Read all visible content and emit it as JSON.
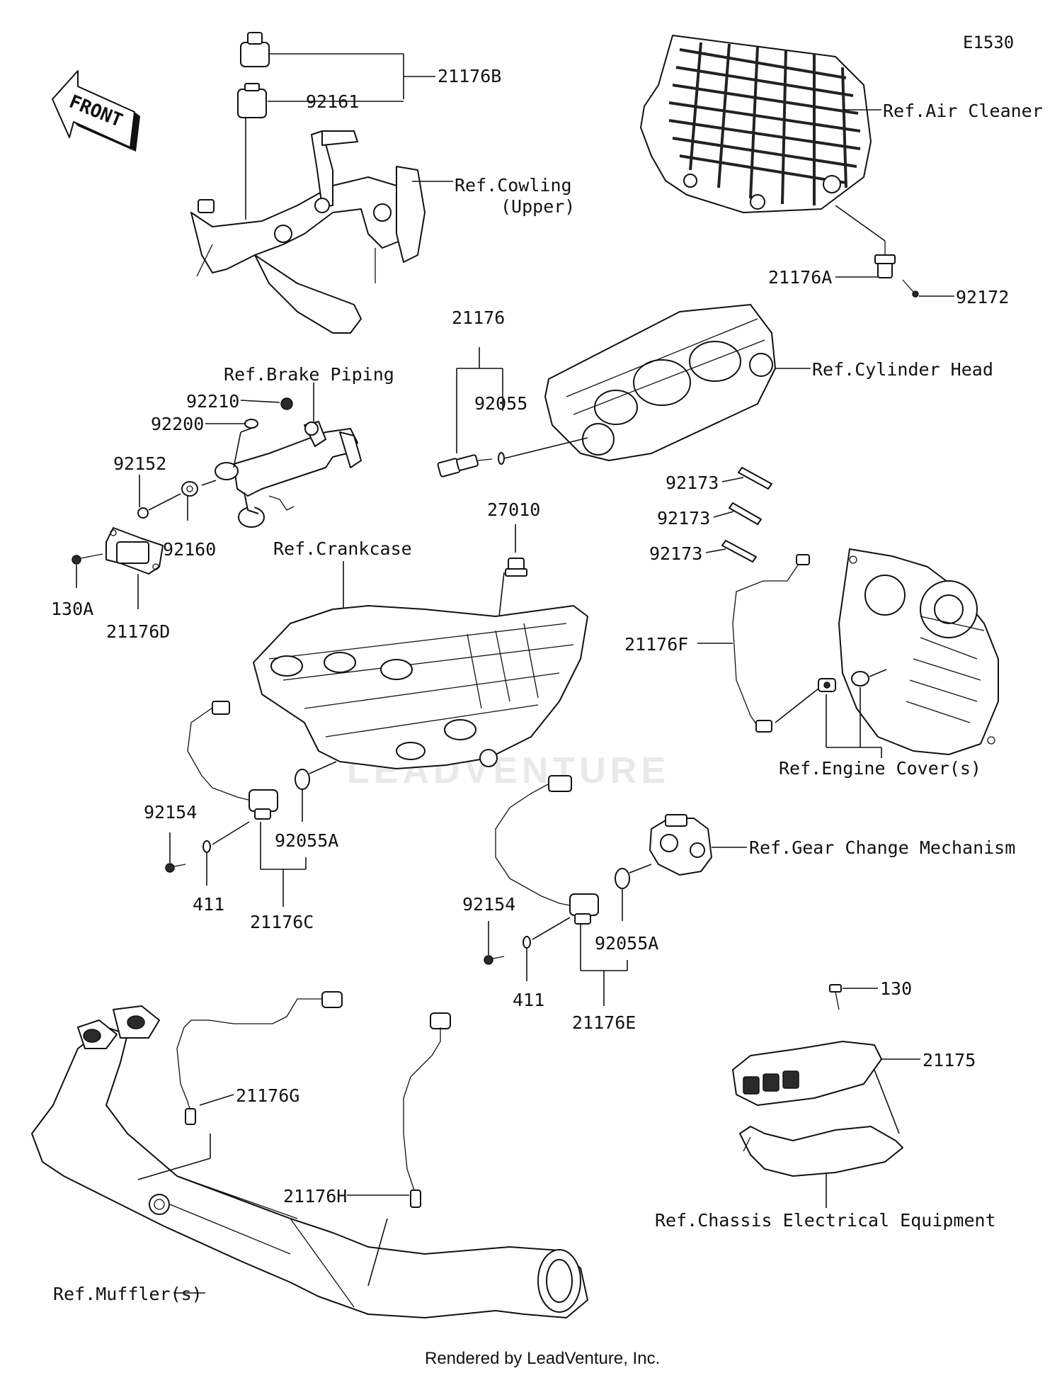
{
  "diagram_code": "E1530",
  "front_label": "FRONT",
  "watermark": "LEADVENTURE",
  "footer": "Rendered by LeadVenture, Inc.",
  "labels": {
    "p21176B": "21176B",
    "p92161": "92161",
    "ref_cowling_1": "Ref.Cowling",
    "ref_cowling_2": "(Upper)",
    "ref_air_cleaner": "Ref.Air Cleaner",
    "p21176A": "21176A",
    "p92172": "92172",
    "p21176": "21176",
    "p92055": "92055",
    "ref_cylinder_head": "Ref.Cylinder Head",
    "ref_brake_piping": "Ref.Brake Piping",
    "p92210": "92210",
    "p92200": "92200",
    "p92152": "92152",
    "p92160": "92160",
    "p130A": "130A",
    "p21176D": "21176D",
    "p27010": "27010",
    "ref_crankcase": "Ref.Crankcase",
    "p92173_a": "92173",
    "p92173_b": "92173",
    "p92173_c": "92173",
    "p21176F": "21176F",
    "ref_engine_covers": "Ref.Engine Cover(s)",
    "p92154_left": "92154",
    "p92055A_left": "92055A",
    "p411_left": "411",
    "p21176C": "21176C",
    "ref_gear_change": "Ref.Gear Change Mechanism",
    "p92154_right": "92154",
    "p92055A_right": "92055A",
    "p411_right": "411",
    "p21176E": "21176E",
    "p130": "130",
    "p21175": "21175",
    "p21176G": "21176G",
    "p21176H": "21176H",
    "ref_chassis_elec": "Ref.Chassis Electrical Equipment",
    "ref_mufflers": "Ref.Muffler(s)"
  }
}
